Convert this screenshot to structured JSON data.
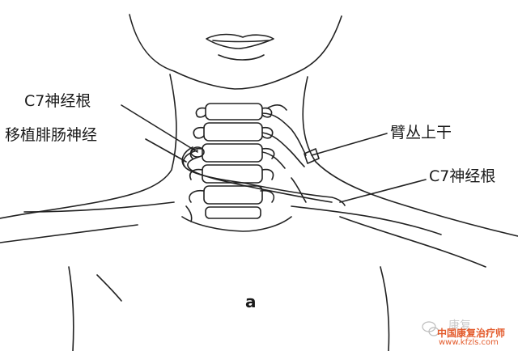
{
  "labels": {
    "c7_root_left": "C7神经根",
    "graft": "移植腓肠神经",
    "upper_trunk": "臂丛上干",
    "c7_root_right": "C7神经根",
    "panel": "a"
  },
  "watermark": {
    "text": "康复",
    "org": "中国康复治疗师",
    "url": "www.kfzls.com"
  },
  "colors": {
    "line": "#222222",
    "watermark_orange": "#e35a2b",
    "watermark_gray": "#c9c9c9"
  }
}
